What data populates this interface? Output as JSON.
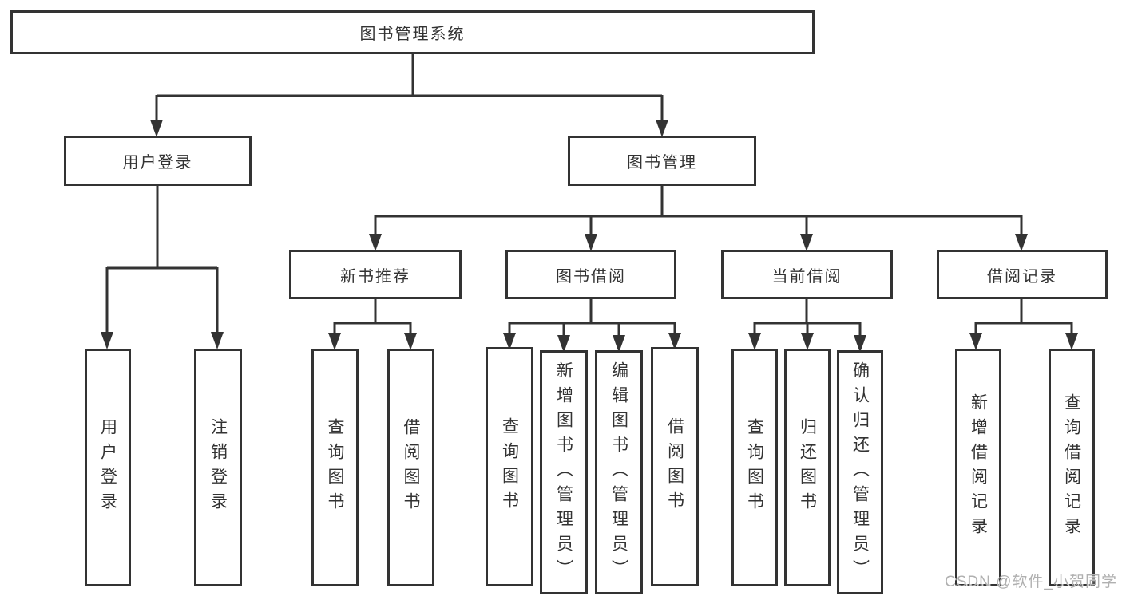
{
  "tree": {
    "label": "图书管理系统",
    "children": [
      {
        "label": "用户登录",
        "children": [
          {
            "label": "用户登录"
          },
          {
            "label": "注销登录"
          }
        ]
      },
      {
        "label": "图书管理",
        "children": [
          {
            "label": "新书推荐",
            "children": [
              {
                "label": "查询图书"
              },
              {
                "label": "借阅图书"
              }
            ]
          },
          {
            "label": "图书借阅",
            "children": [
              {
                "label": "查询图书"
              },
              {
                "label": "新增图书（管理员）"
              },
              {
                "label": "编辑图书（管理员）"
              },
              {
                "label": "借阅图书"
              }
            ]
          },
          {
            "label": "当前借阅",
            "children": [
              {
                "label": "查询图书"
              },
              {
                "label": "归还图书"
              },
              {
                "label": "确认归还（管理员）"
              }
            ]
          },
          {
            "label": "借阅记录",
            "children": [
              {
                "label": "新增借阅记录"
              },
              {
                "label": "查询借阅记录"
              }
            ]
          }
        ]
      }
    ]
  },
  "watermark": {
    "text": "CSDN @软件_小贺同学"
  },
  "colors": {
    "line": "#333333",
    "box_border": "#333333",
    "box_fill": "#ffffff",
    "text": "#333333",
    "watermark": "#b0b0b0"
  }
}
